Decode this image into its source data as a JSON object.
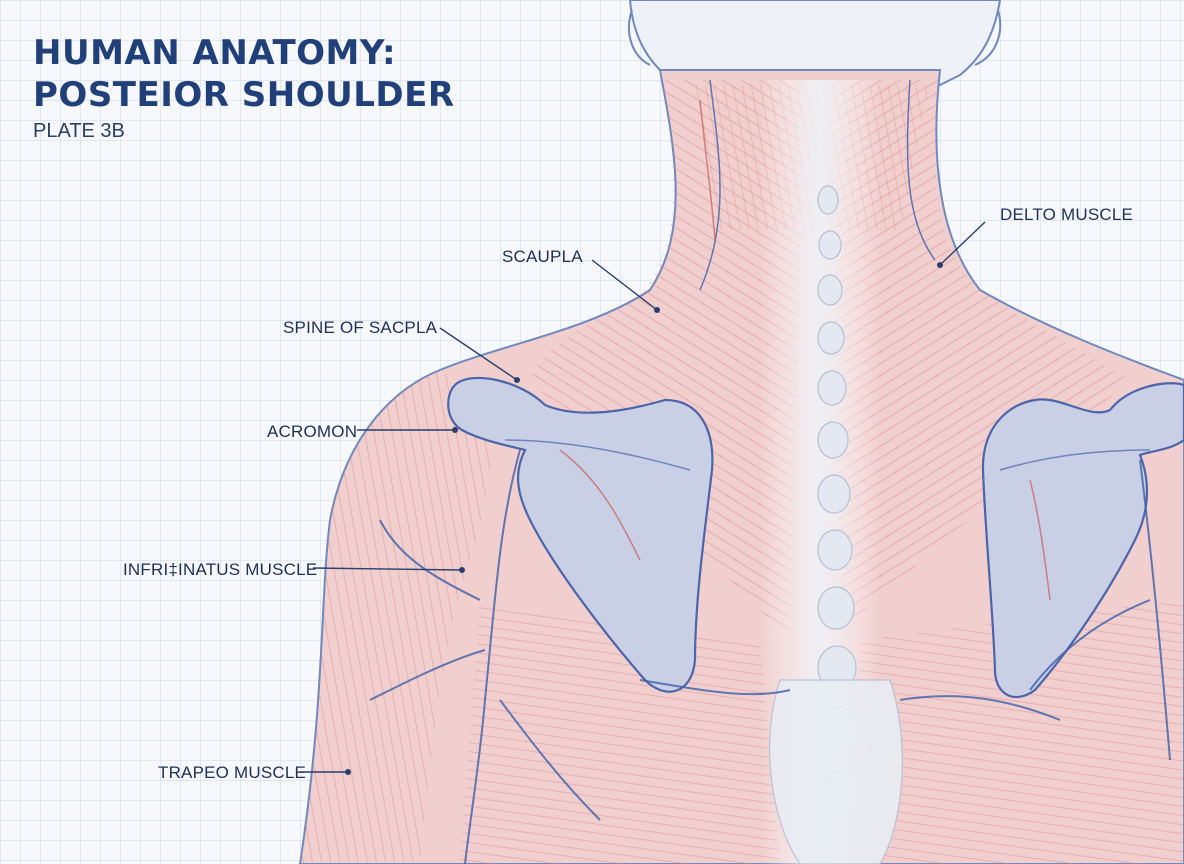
{
  "title_lines": [
    "HUMAN ANATOMY:",
    "POSTEIOR SHOULDER"
  ],
  "plate": "PLATE 3B",
  "labels": {
    "delto_muscle": "DELTO MUSCLE",
    "scapula": "SCAUPLA",
    "spine_of_scapula": "SPINE OF SACPLA",
    "acromion": "ACROMON",
    "infraspinatus": "INFRI‡INATUS MUSCLE",
    "trapezius": "TRAPEO MUSCLE"
  },
  "colors": {
    "title": "#213f78",
    "muscle_fill": "#f1cfcf",
    "muscle_fiber": "#d98a8a",
    "bone_fill": "#c9d0e6",
    "vessel": "#3d5fa8",
    "leader_line": "#2a3f6e"
  }
}
